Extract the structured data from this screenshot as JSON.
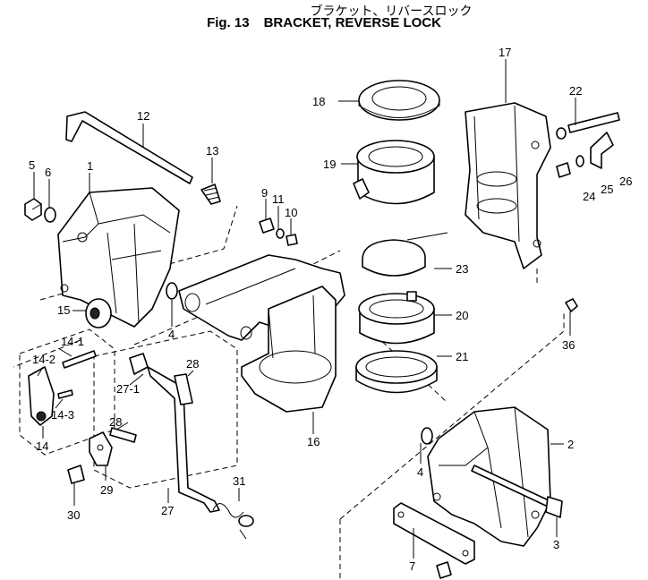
{
  "header": {
    "title_jp": "ブラケット、リバースロック",
    "fig_label": "Fig. 13",
    "title_en": "BRACKET, REVERSE LOCK"
  },
  "callouts": [
    "1",
    "2",
    "3",
    "4",
    "4",
    "5",
    "6",
    "7",
    "9",
    "10",
    "11",
    "12",
    "13",
    "14",
    "14-1",
    "14-2",
    "14-3",
    "15",
    "16",
    "17",
    "18",
    "19",
    "20",
    "21",
    "22",
    "23",
    "24",
    "25",
    "26",
    "27",
    "27-1",
    "28",
    "28",
    "29",
    "30",
    "31",
    "36"
  ]
}
